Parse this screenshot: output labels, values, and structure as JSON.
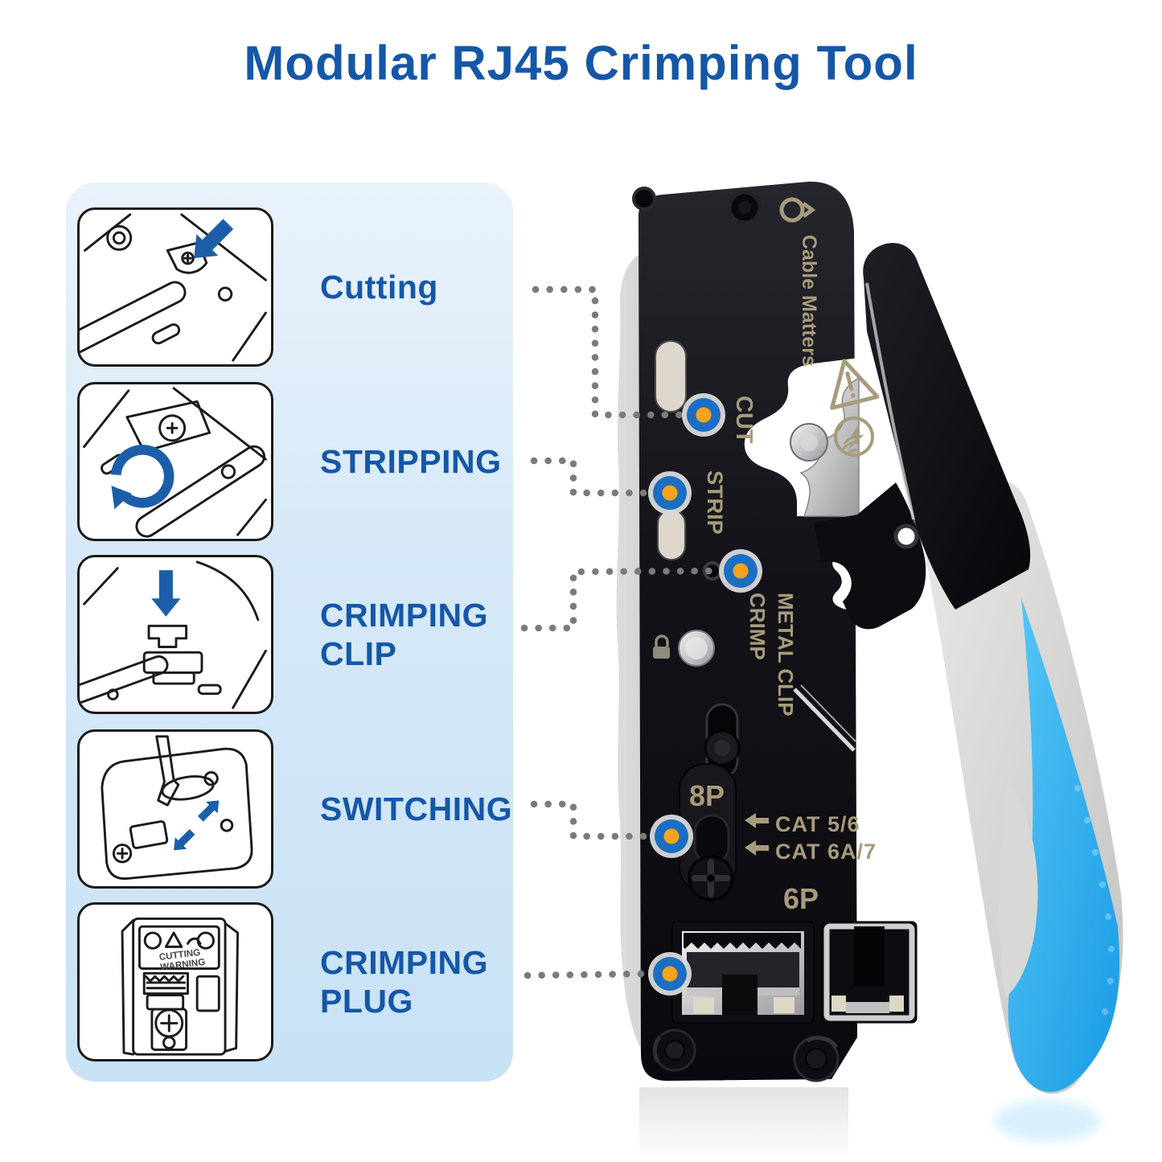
{
  "title": "Modular RJ45 Crimping Tool",
  "panel": {
    "features": [
      {
        "label": "Cutting"
      },
      {
        "label": "STRIPPING"
      },
      {
        "label": "CRIMPING CLIP"
      },
      {
        "label": "SWITCHING"
      },
      {
        "label": "CRIMPING PLUG",
        "illustration_note_line1": "CUTTING",
        "illustration_note_line2": "WARNING"
      }
    ]
  },
  "tool": {
    "brand": "Cable Matters",
    "markings": {
      "cut": "CUT",
      "strip": "STRIP",
      "crimp_line1": "CRIMP",
      "crimp_line2": "METAL CLIP",
      "switch_plate": "8P",
      "cat_56": "CAT 5/6",
      "cat_6a7": "CAT 6A/7",
      "plug_6p": "6P"
    }
  },
  "colors": {
    "title_blue": "#1557A7",
    "label_blue": "#1557A7",
    "marker_blue": "#1B6EC2",
    "marker_orange": "#F7A31D",
    "panel_blue": "#D7E9F8",
    "grip_blue": "#2FAFF0",
    "engraving_tan": "#A89B7C",
    "dotted_line_gray": "#7B7B7B",
    "tool_black": "#111116"
  }
}
